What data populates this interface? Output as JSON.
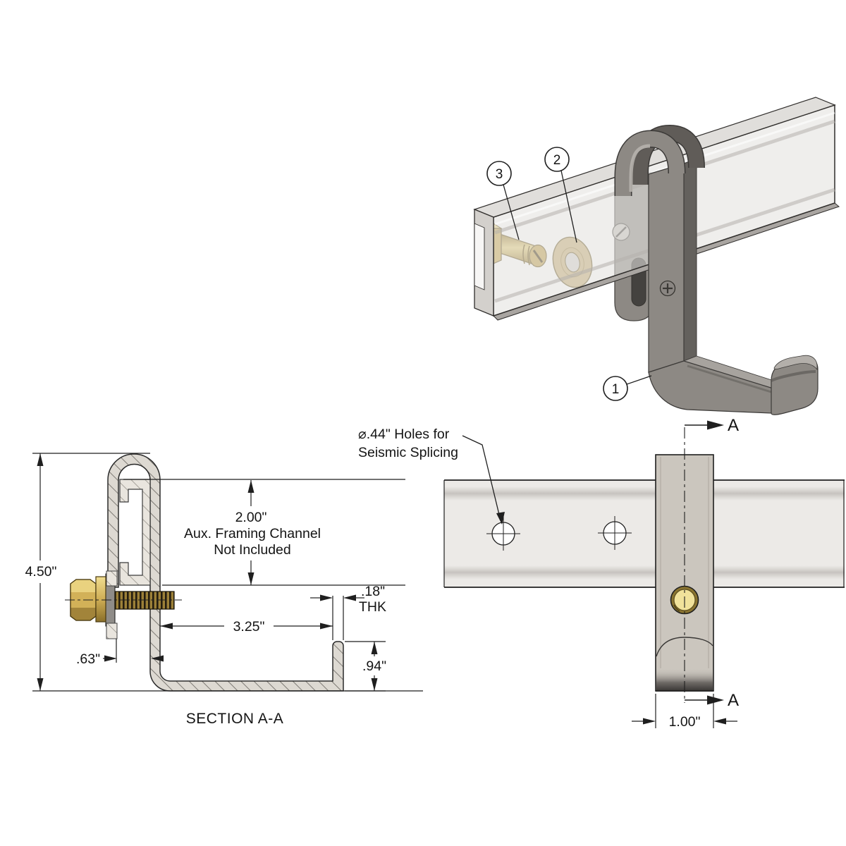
{
  "isometric_view": {
    "balloons": [
      {
        "id": "1"
      },
      {
        "id": "2"
      },
      {
        "id": "3"
      }
    ]
  },
  "section_view": {
    "title": "SECTION A-A",
    "dims": {
      "overall_height": "4.50\"",
      "channel_height": "2.00\"",
      "channel_note_line1": "Aux. Framing Channel",
      "channel_note_line2": "Not Included",
      "leg_length": "3.25\"",
      "hook_offset": ".63\"",
      "thickness": ".18\"",
      "thickness_label": "THK",
      "return_height": ".94\""
    }
  },
  "front_view": {
    "hole_note_line1": "⌀.44\"  Holes for",
    "hole_note_line2": "Seismic Splicing",
    "width_dim": "1.00\"",
    "section_label": "A"
  },
  "colors": {
    "background": "#ffffff",
    "line": "#1f1f1f",
    "bracket_gray": "#8d8984",
    "bracket_dark": "#605c58",
    "channel_gray": "#e4e2df",
    "hatch_fill": "#ddd9d2",
    "brass": "#c9a84e",
    "brass_light": "#ead689",
    "washer_brass": "#c9b078"
  }
}
